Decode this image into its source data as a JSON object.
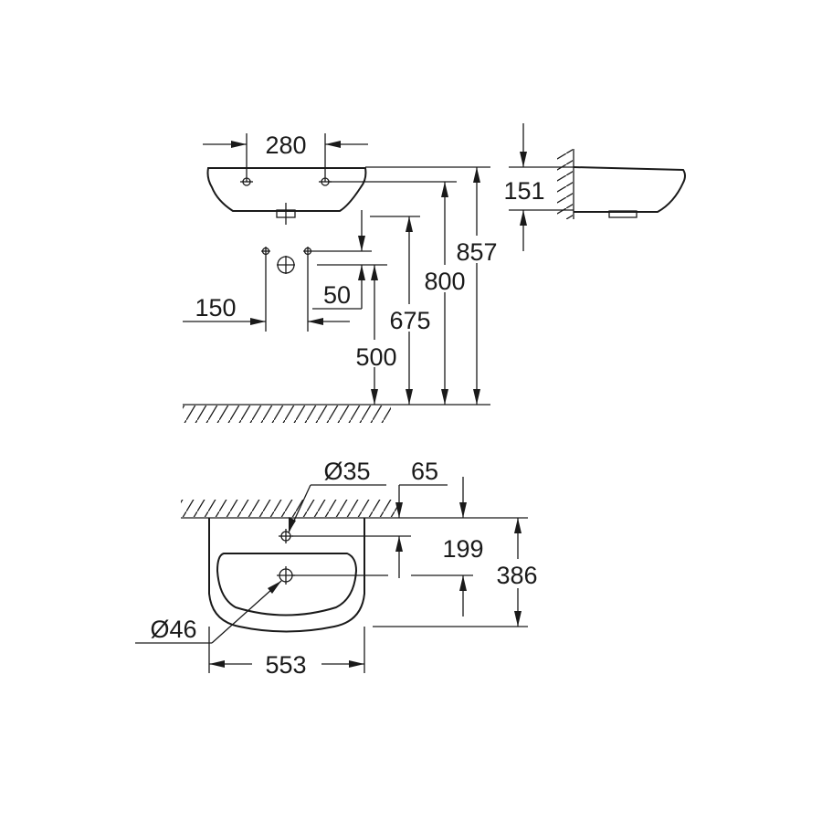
{
  "drawing": {
    "front_view": {
      "tap_hole_spacing": "280",
      "overall_height": "857",
      "tap_hole_height": "800",
      "drain_height": "675",
      "supply_height": "500",
      "supply_offset": "50",
      "supply_spacing": "150"
    },
    "side_view": {
      "basin_height": "151"
    },
    "top_view": {
      "tap_hole_diameter": "Ø35",
      "wall_to_tap_hole": "65",
      "tap_to_drain": "199",
      "projection": "386",
      "drain_diameter": "Ø46",
      "width": "553"
    },
    "colors": {
      "line": "#1a1a1a",
      "background": "#ffffff"
    }
  }
}
